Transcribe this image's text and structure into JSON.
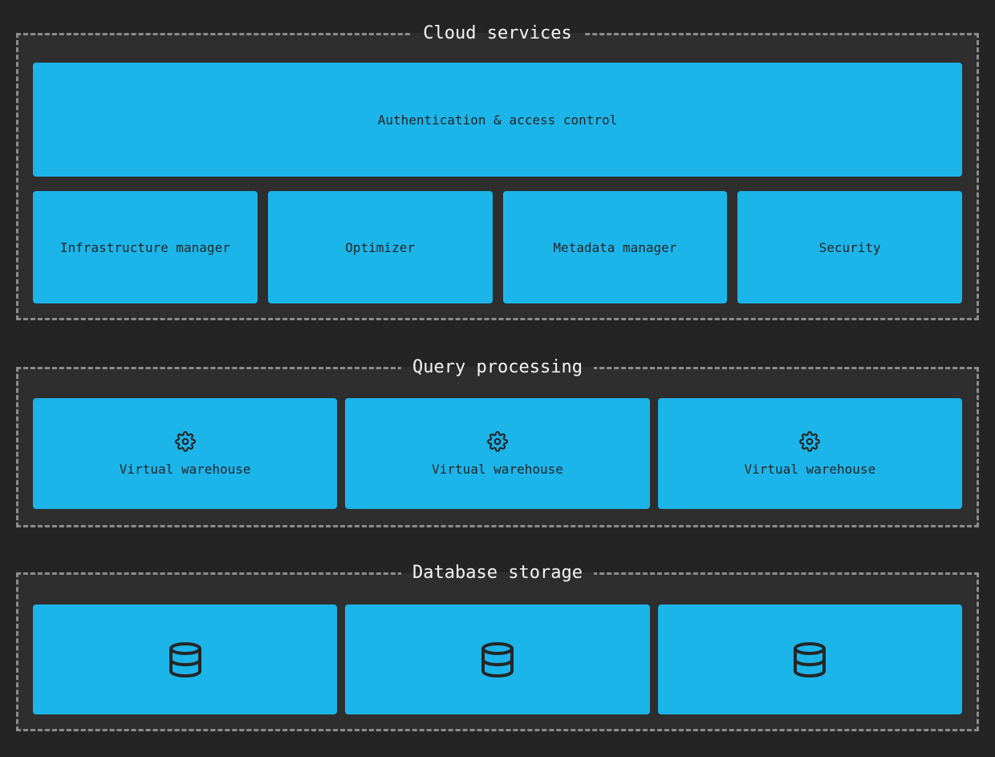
{
  "colors": {
    "page_bg": "#242424",
    "section_bg": "#2e2e2e",
    "dash_border": "#8c8c8c",
    "accent_blue": "#1CB5EA",
    "box_text": "#262626",
    "title_text": "#f5f5f5"
  },
  "sections": [
    {
      "title": "Cloud services",
      "full_width_box": {
        "label": "Authentication & access control"
      },
      "boxes": [
        {
          "label": "Infrastructure manager"
        },
        {
          "label": "Optimizer"
        },
        {
          "label": "Metadata manager"
        },
        {
          "label": "Security"
        }
      ]
    },
    {
      "title": "Query processing",
      "boxes": [
        {
          "label": "Virtual warehouse",
          "icon": "gear-icon"
        },
        {
          "label": "Virtual warehouse",
          "icon": "gear-icon"
        },
        {
          "label": "Virtual warehouse",
          "icon": "gear-icon"
        }
      ]
    },
    {
      "title": "Database storage",
      "boxes": [
        {
          "icon": "database-icon"
        },
        {
          "icon": "database-icon"
        },
        {
          "icon": "database-icon"
        }
      ]
    }
  ]
}
